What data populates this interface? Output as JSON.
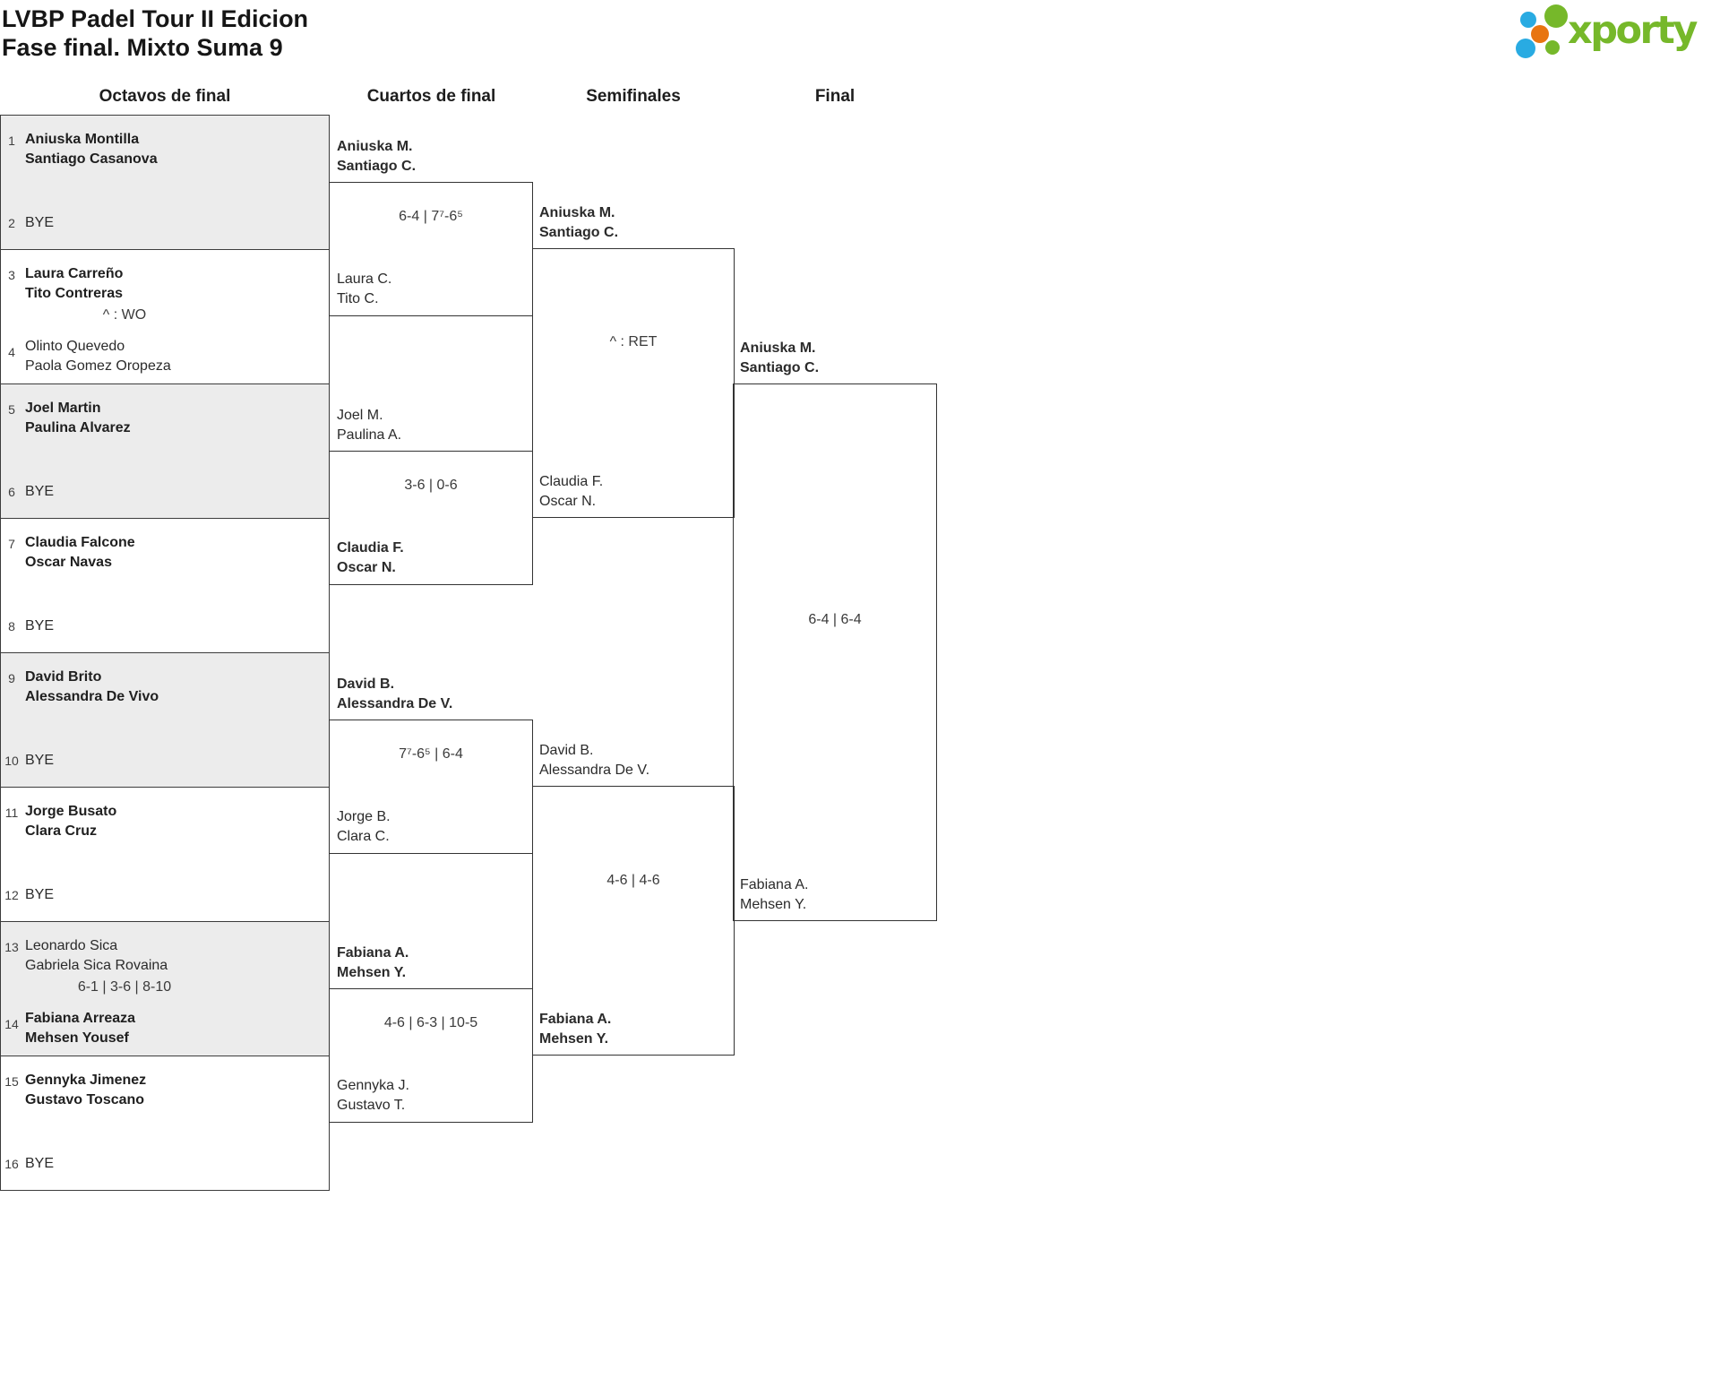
{
  "header": {
    "title": "LVBP Padel Tour II Edicion",
    "subtitle": "Fase final. Mixto Suma 9"
  },
  "logo": {
    "text": "xporty",
    "green": "#76b82a",
    "blue": "#29abe2",
    "orange": "#e87511"
  },
  "rounds": [
    {
      "label": "Octavos de final"
    },
    {
      "label": "Cuartos de final"
    },
    {
      "label": "Semifinales"
    },
    {
      "label": "Final"
    }
  ],
  "octavos": [
    {
      "seed_top": "1",
      "team_top": "Aniuska Montilla\nSantiago Casanova",
      "top_winner": true,
      "seed_bottom": "2",
      "team_bottom": "BYE",
      "bottom_winner": false,
      "note": ""
    },
    {
      "seed_top": "3",
      "team_top": "Laura Carreño\nTito Contreras",
      "top_winner": true,
      "seed_bottom": "4",
      "team_bottom": "Olinto Quevedo\nPaola Gomez Oropeza",
      "bottom_winner": false,
      "note": "^ : WO"
    },
    {
      "seed_top": "5",
      "team_top": "Joel Martin\nPaulina Alvarez",
      "top_winner": true,
      "seed_bottom": "6",
      "team_bottom": "BYE",
      "bottom_winner": false,
      "note": ""
    },
    {
      "seed_top": "7",
      "team_top": "Claudia Falcone\nOscar Navas",
      "top_winner": true,
      "seed_bottom": "8",
      "team_bottom": "BYE",
      "bottom_winner": false,
      "note": ""
    },
    {
      "seed_top": "9",
      "team_top": "David Brito\nAlessandra De Vivo",
      "top_winner": true,
      "seed_bottom": "10",
      "team_bottom": "BYE",
      "bottom_winner": false,
      "note": ""
    },
    {
      "seed_top": "11",
      "team_top": "Jorge Busato\nClara Cruz",
      "top_winner": true,
      "seed_bottom": "12",
      "team_bottom": "BYE",
      "bottom_winner": false,
      "note": ""
    },
    {
      "seed_top": "13",
      "team_top": "Leonardo Sica\nGabriela Sica Rovaina",
      "top_winner": false,
      "seed_bottom": "14",
      "team_bottom": "Fabiana Arreaza\nMehsen Yousef",
      "bottom_winner": true,
      "note": "6-1 | 3-6 | 8-10"
    },
    {
      "seed_top": "15",
      "team_top": "Gennyka Jimenez\nGustavo Toscano",
      "top_winner": true,
      "seed_bottom": "16",
      "team_bottom": "BYE",
      "bottom_winner": false,
      "note": ""
    }
  ],
  "cuartos": [
    {
      "slot_top": "Aniuska M.\nSantiago C.",
      "top_winner": true,
      "slot_bottom": "Laura C.\nTito C.",
      "bottom_winner": false,
      "score": "6-4 | 7⁷-6⁵"
    },
    {
      "slot_top": "Joel M.\nPaulina A.",
      "top_winner": false,
      "slot_bottom": "Claudia F.\nOscar N.",
      "bottom_winner": true,
      "score": "3-6 | 0-6"
    },
    {
      "slot_top": "David B.\nAlessandra De V.",
      "top_winner": true,
      "slot_bottom": "Jorge B.\nClara C.",
      "bottom_winner": false,
      "score": "7⁷-6⁵ | 6-4"
    },
    {
      "slot_top": "Fabiana A.\nMehsen Y.",
      "top_winner": true,
      "slot_bottom": "Gennyka J.\nGustavo T.",
      "bottom_winner": false,
      "score": "4-6 | 6-3 | 10-5"
    }
  ],
  "semifinales": [
    {
      "slot_top": "Aniuska M.\nSantiago C.",
      "top_winner": true,
      "slot_bottom": "Claudia F.\nOscar N.",
      "bottom_winner": false,
      "score": "^ : RET"
    },
    {
      "slot_top": "David B.\nAlessandra De V.",
      "top_winner": false,
      "slot_bottom": "Fabiana A.\nMehsen Y.",
      "bottom_winner": true,
      "score": "4-6 | 4-6"
    }
  ],
  "final": {
    "slot_top": "Aniuska M.\nSantiago C.",
    "top_winner": true,
    "slot_bottom": "Fabiana A.\nMehsen Y.",
    "bottom_winner": false,
    "score": "6-4 | 6-4"
  }
}
